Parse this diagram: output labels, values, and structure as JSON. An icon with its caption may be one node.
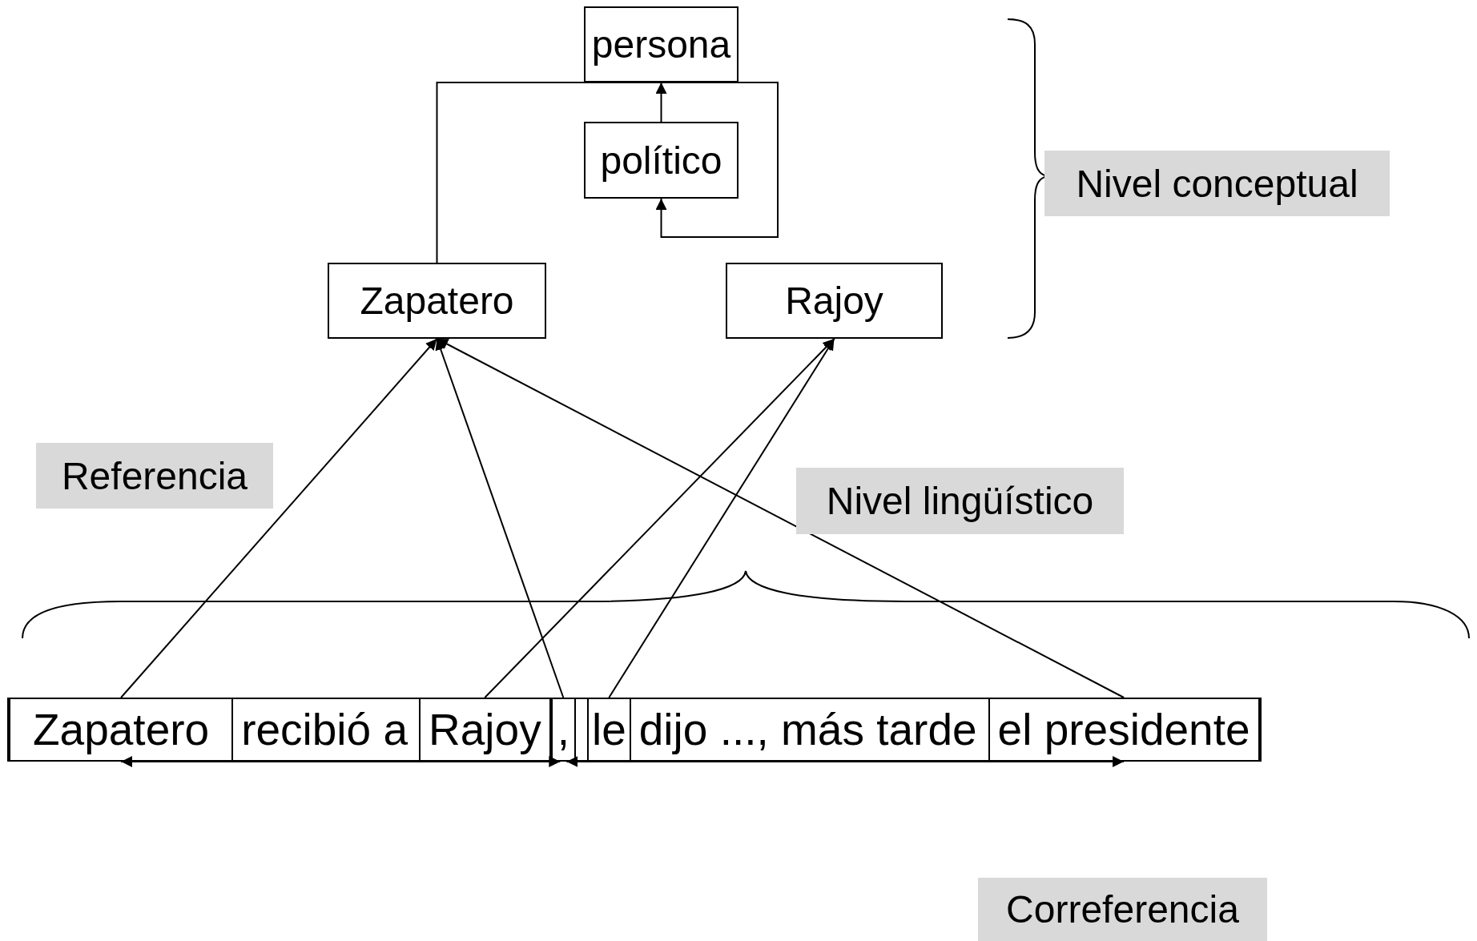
{
  "diagram": {
    "nodes": [
      {
        "text": [
          "persona"
        ]
      },
      {
        "text": [
          "político"
        ]
      },
      {
        "text": [
          "Zapatero"
        ]
      },
      {
        "text": [
          "Rajoy"
        ]
      },
      {
        "text": [
          "Nivel conceptual"
        ]
      },
      {
        "text": [
          "Referencia"
        ]
      },
      {
        "text": [
          "Nivel lingüístico"
        ]
      },
      {
        "text": [
          "recibió a",
          "dijo ..., más tarde"
        ]
      },
      {
        "text": [
          "Zapatero"
        ],
        "in": 7
      },
      {
        "text": [
          "Rajoy"
        ],
        "in": 7
      },
      {
        "text": [
          ","
        ],
        "in": 7
      },
      {
        "text": [
          "le"
        ],
        "in": 7
      },
      {
        "text": [
          "el presidente"
        ],
        "in": 7
      },
      {
        "text": [
          "Correferencia"
        ]
      }
    ],
    "edges": [
      {
        "from": 1,
        "to": 0,
        "arrow": "to"
      },
      {
        "from": 2,
        "to": 1,
        "arrow": "to"
      },
      {
        "from": 8,
        "to": 2,
        "arrow": "to"
      },
      {
        "from": 10,
        "to": 2,
        "arrow": "to"
      },
      {
        "from": 12,
        "to": 2,
        "arrow": "to"
      },
      {
        "from": 9,
        "to": 3,
        "arrow": "to"
      },
      {
        "from": 11,
        "to": 3,
        "arrow": "to"
      },
      {
        "from": 8,
        "to": 10,
        "arrow": "both"
      },
      {
        "from": 10,
        "to": 12,
        "arrow": "both"
      }
    ]
  }
}
